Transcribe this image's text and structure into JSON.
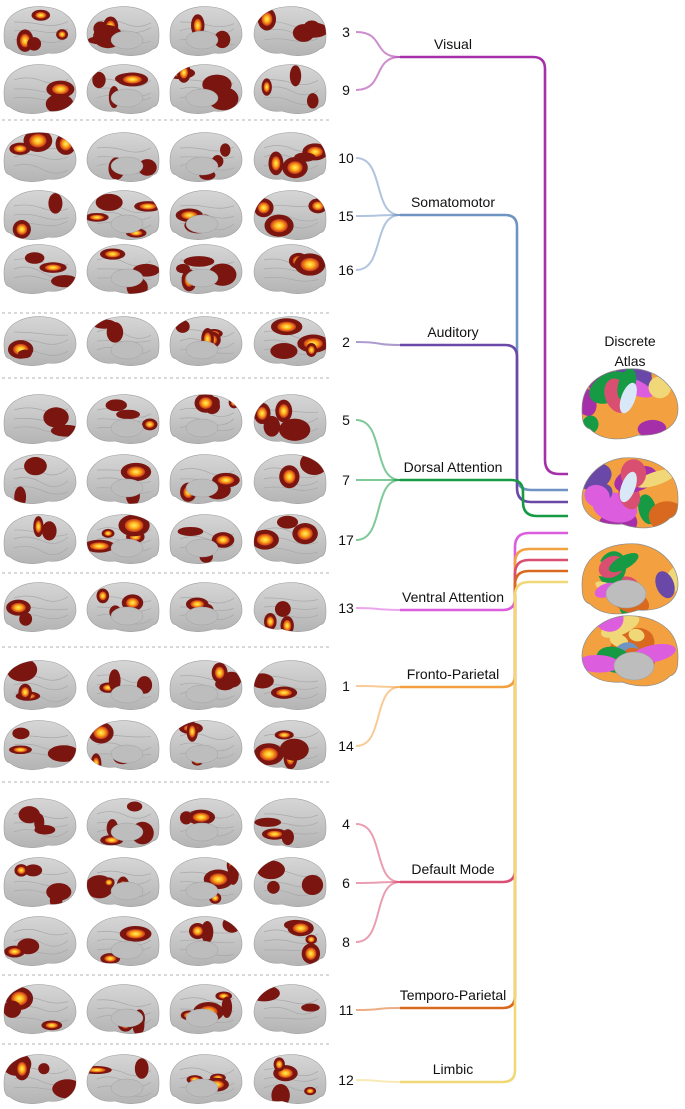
{
  "networks": [
    {
      "name": "Visual",
      "color": "#a52fa8",
      "components": [
        "3",
        "9"
      ]
    },
    {
      "name": "Somatomotor",
      "color": "#6f93c2",
      "components": [
        "10",
        "15",
        "16"
      ]
    },
    {
      "name": "Auditory",
      "color": "#6a48a8",
      "components": [
        "2"
      ]
    },
    {
      "name": "Dorsal Attention",
      "color": "#169a44",
      "components": [
        "5",
        "7",
        "17"
      ]
    },
    {
      "name": "Ventral Attention",
      "color": "#dd5ddf",
      "components": [
        "13"
      ]
    },
    {
      "name": "Fronto-Parietal",
      "color": "#f3a040",
      "components": [
        "1",
        "14"
      ]
    },
    {
      "name": "Default Mode",
      "color": "#d94f72",
      "components": [
        "4",
        "6",
        "8"
      ]
    },
    {
      "name": "Temporo-Parietal",
      "color": "#d9691f",
      "components": [
        "11"
      ]
    },
    {
      "name": "Limbic",
      "color": "#f0d878",
      "components": [
        "12"
      ]
    }
  ],
  "atlas": {
    "title_line1": "Discrete",
    "title_line2": "Atlas"
  },
  "colors": {
    "brain_surface": "#c9c9c9",
    "activation_dark": "#7a1510",
    "activation_mid": "#c8321a",
    "activation_hot": "#ffd21a",
    "separator": "#9a9a9a"
  }
}
